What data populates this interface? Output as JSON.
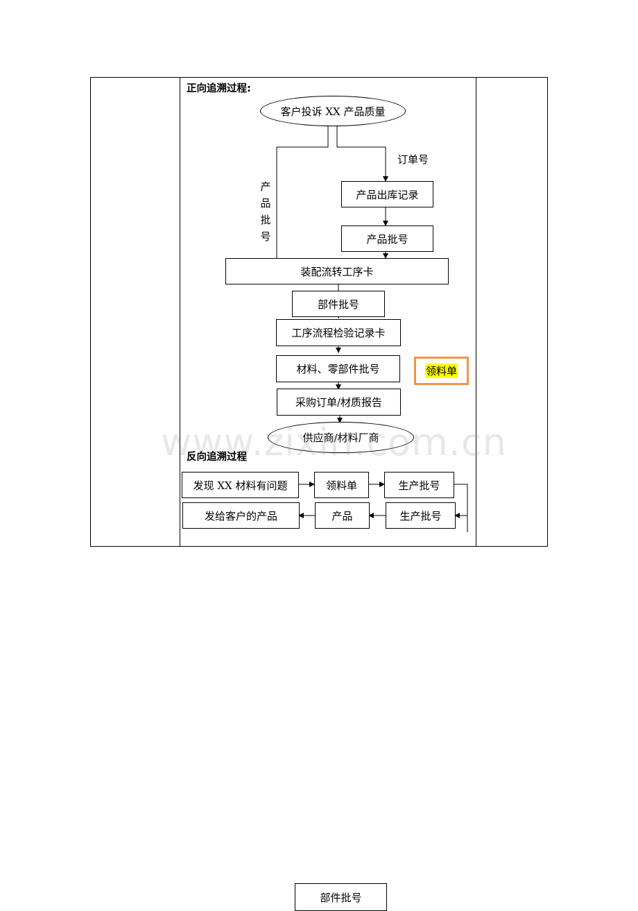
{
  "forward": {
    "title": "正向追溯过程:",
    "complaint": "客户投诉 XX 产品质量",
    "order_no_label": "订单号",
    "product_batch_vertical": "产品批号",
    "outbound_record": "产品出库记录",
    "product_batch": "产品批号",
    "assembly_card": "装配流转工序卡",
    "part_batch": "部件批号",
    "process_inspection": "工序流程检验记录卡",
    "material_parts_batch": "材料、零部件批号",
    "requisition_note": "领料单",
    "purchase_order_report": "采购订单/材质报告",
    "supplier": "供应商/材料厂商"
  },
  "reverse": {
    "title": "反向追溯过程",
    "row1": [
      "发现 XX 材料有问题",
      "领料单",
      "生产批号"
    ],
    "row2": [
      "发给客户的产品",
      "产品",
      "生产批号"
    ]
  },
  "watermark": "www.zixin.com.cn",
  "footer_box": "部件批号",
  "colors": {
    "highlight": "#ffff00",
    "orange_border": "#f0964a"
  }
}
